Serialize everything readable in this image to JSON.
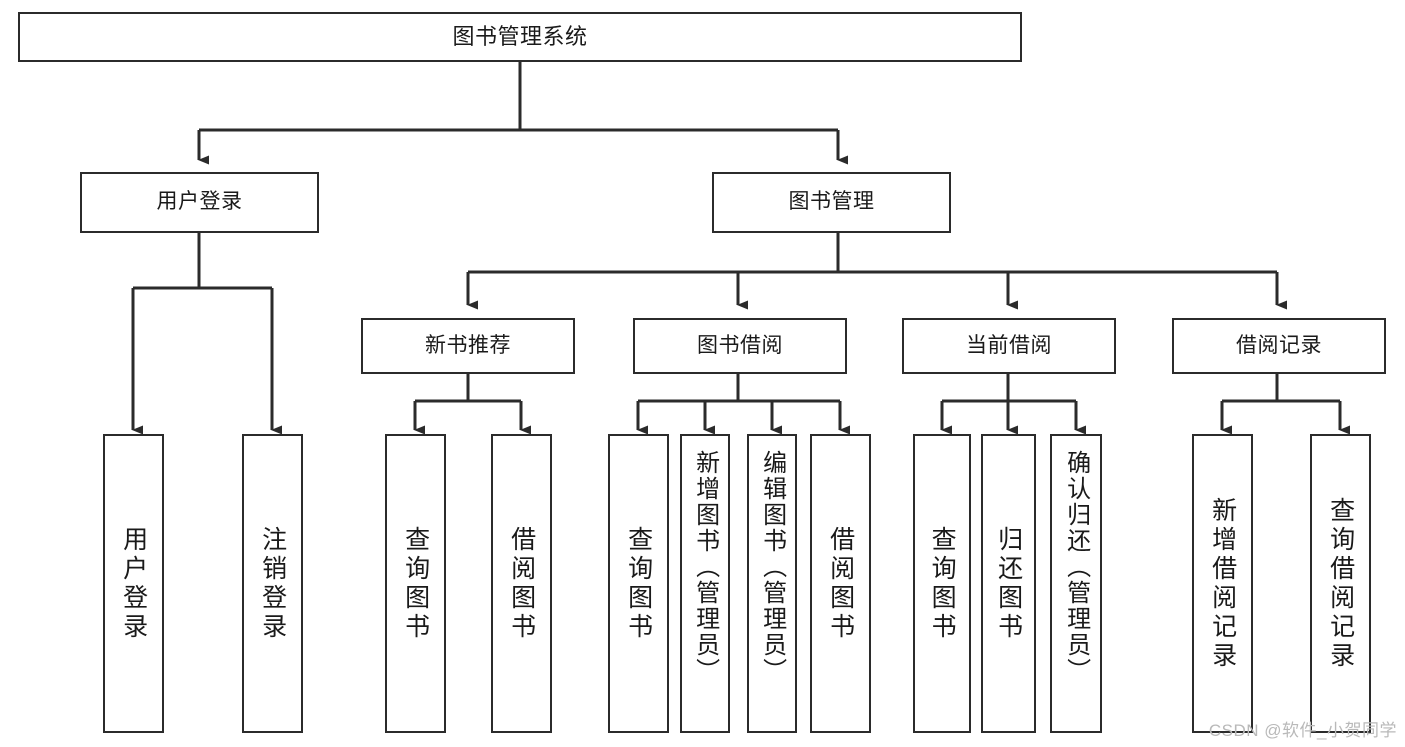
{
  "diagram": {
    "type": "tree",
    "title": "图书管理系统",
    "orientation": "top-down",
    "levels": 4,
    "colors": {
      "background": "#ffffff",
      "node_fill": "#ffffff",
      "node_border": "#2b2b2b",
      "edge": "#2b2b2b",
      "text": "#1a1a1a",
      "watermark": "#b9b9b9"
    }
  },
  "nodes": {
    "root": {
      "label": "图书管理系统"
    },
    "level1": [
      {
        "id": "user-login",
        "label": "用户登录"
      },
      {
        "id": "book-manage",
        "label": "图书管理"
      }
    ],
    "level2": [
      {
        "id": "new-book-recommend",
        "label": "新书推荐"
      },
      {
        "id": "book-borrow",
        "label": "图书借阅"
      },
      {
        "id": "current-borrow",
        "label": "当前借阅"
      },
      {
        "id": "borrow-record",
        "label": "借阅记录"
      }
    ],
    "leaves": {
      "user-login": [
        {
          "id": "leaf-user-login",
          "label": "用户登录"
        },
        {
          "id": "leaf-logout",
          "label": "注销登录"
        }
      ],
      "new-book-recommend": [
        {
          "id": "leaf-query-book-1",
          "label": "查询图书"
        },
        {
          "id": "leaf-borrow-book-1",
          "label": "借阅图书"
        }
      ],
      "book-borrow": [
        {
          "id": "leaf-query-book-2",
          "label": "查询图书"
        },
        {
          "id": "leaf-add-book",
          "label": "新增图书（管理员）"
        },
        {
          "id": "leaf-edit-book",
          "label": "编辑图书（管理员）"
        },
        {
          "id": "leaf-borrow-book-2",
          "label": "借阅图书"
        }
      ],
      "current-borrow": [
        {
          "id": "leaf-query-book-3",
          "label": "查询图书"
        },
        {
          "id": "leaf-return-book",
          "label": "归还图书"
        },
        {
          "id": "leaf-confirm-return",
          "label": "确认归还（管理员）"
        }
      ],
      "borrow-record": [
        {
          "id": "leaf-add-record",
          "label": "新增借阅记录"
        },
        {
          "id": "leaf-query-record",
          "label": "查询借阅记录"
        }
      ]
    }
  },
  "watermark": {
    "text": "CSDN @软件_小贺同学"
  }
}
